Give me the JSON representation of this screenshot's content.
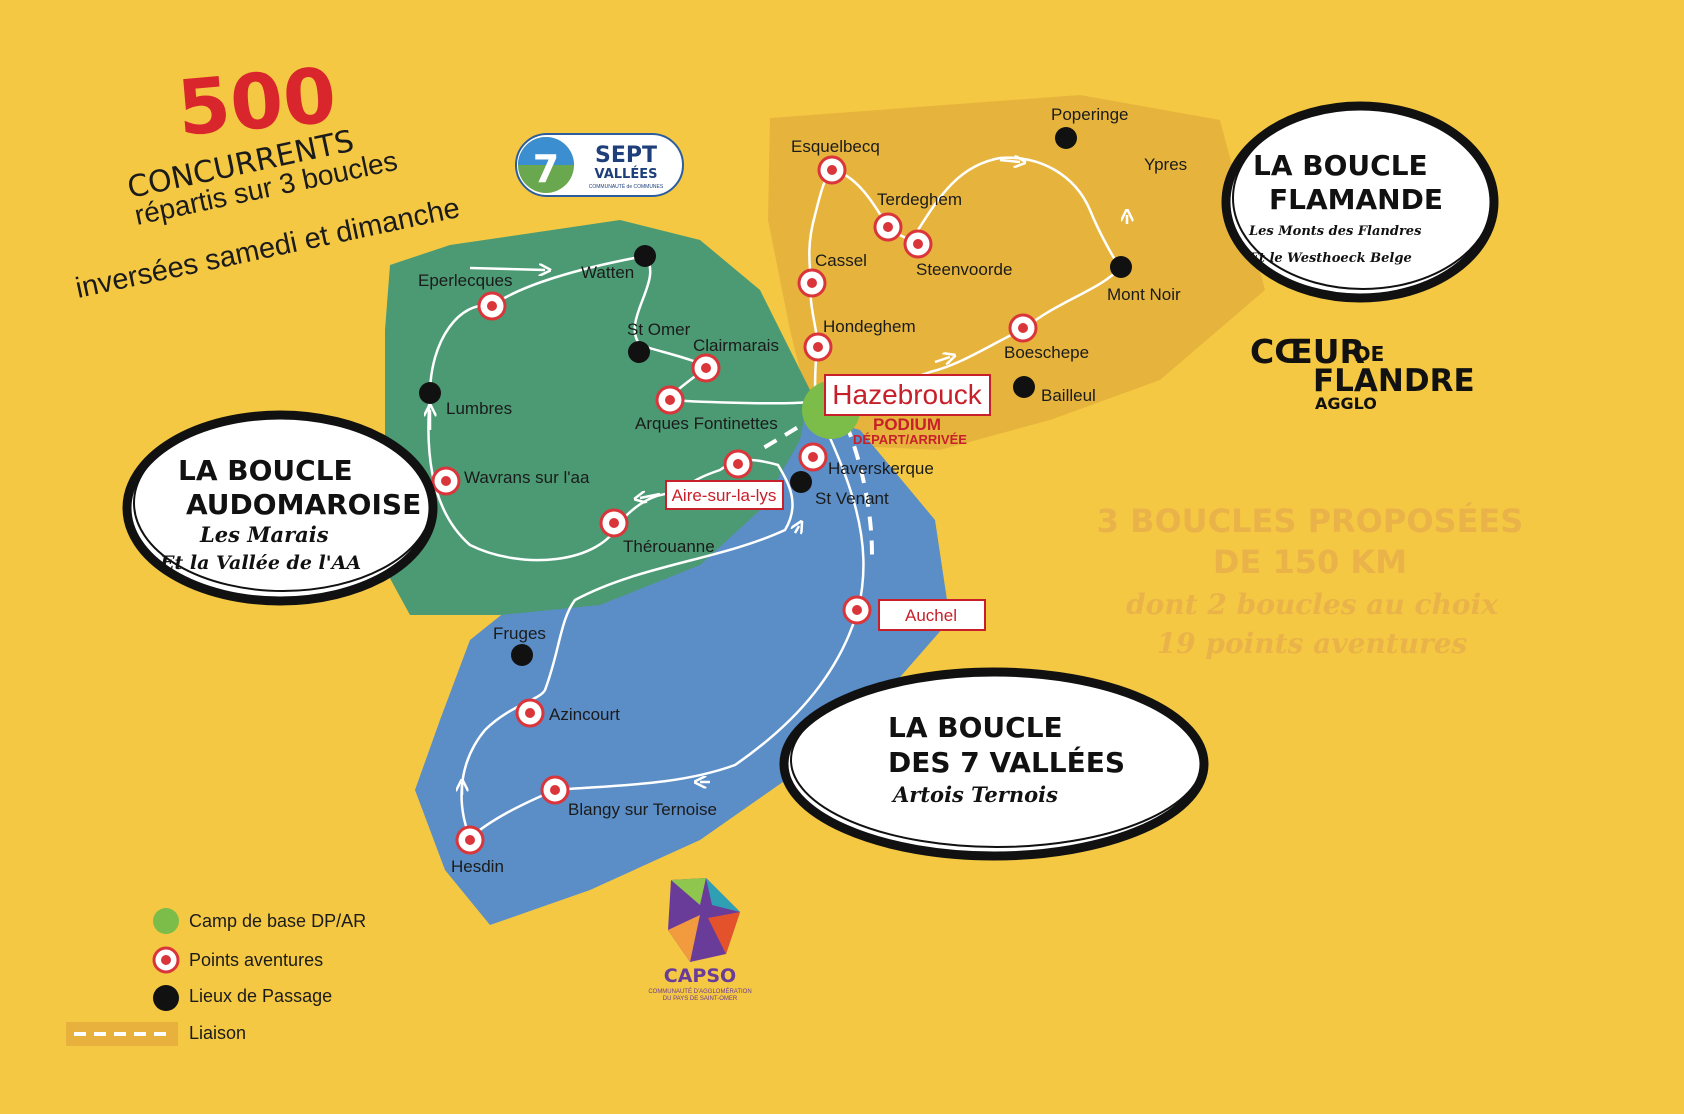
{
  "header": {
    "count": "500",
    "line1": "CONCURRENTS",
    "line2": "répartis sur 3 boucles",
    "line3": "inversées samedi et dimanche"
  },
  "hub": {
    "name": "Hazebrouck",
    "podium": "PODIUM",
    "depart": "DÉPART/ARRIVÉE"
  },
  "places": {
    "eperlecques": "Eperlecques",
    "watten": "Watten",
    "st_omer": "St Omer",
    "clairmarais": "Clairmarais",
    "lumbres": "Lumbres",
    "arques": "Arques Fontinettes",
    "wavrans": "Wavrans sur l'aa",
    "aire": "Aire-sur-la-lys",
    "therouanne": "Thérouanne",
    "st_venant": "St Venant",
    "haverskerque": "Haverskerque",
    "fruges": "Fruges",
    "auchel": "Auchel",
    "azincourt": "Azincourt",
    "blangy": "Blangy sur Ternoise",
    "hesdin": "Hesdin",
    "esquelbecq": "Esquelbecq",
    "terdeghem": "Terdeghem",
    "steenvoorde": "Steenvoorde",
    "cassel": "Cassel",
    "hondeghem": "Hondeghem",
    "boeschepe": "Boeschepe",
    "bailleul": "Bailleul",
    "mont_noir": "Mont Noir",
    "poperinge": "Poperinge",
    "ypres": "Ypres"
  },
  "loops": {
    "audomaroise": {
      "title1": "LA BOUCLE",
      "title2": "AUDOMAROISE",
      "sub1": "Les Marais",
      "sub2": "Et la Vallée de l'AA"
    },
    "flamande": {
      "title1": "LA BOUCLE",
      "title2": "FLAMANDE",
      "sub1": "Les Monts des Flandres",
      "sub2": "Et le Westhoeck Belge"
    },
    "sept_vallees": {
      "title1": "LA BOUCLE",
      "title2": "DES 7 VALLÉES",
      "sub1": "Artois Ternois"
    }
  },
  "info": {
    "line1": "3 BOUCLES PROPOSÉES",
    "line2": "DE 150 KM",
    "line3": "dont 2 boucles au choix",
    "line4": "19 points aventures"
  },
  "logos": {
    "sept": {
      "number": "7",
      "line1": "SEPT",
      "line2": "VALLÉES",
      "line3": "COMMUNAUTÉ de COMMUNES"
    },
    "coeur": {
      "line1": "CŒUR",
      "de": "DE",
      "line2": "FLANDRE",
      "line3": "AGGLO"
    },
    "capso": {
      "name": "CAPSO",
      "line1": "COMMUNAUTÉ D'AGGLOMÉRATION",
      "line2": "DU PAYS DE SAINT-OMER"
    }
  },
  "legend": {
    "camp": "Camp de base DP/AR",
    "aventures": "Points aventures",
    "passage": "Lieux de Passage",
    "liaison": "Liaison"
  },
  "colors": {
    "background": "#f4c842",
    "flamande": "#e6b43d",
    "audomaroise": "#4b9a73",
    "sept_vallees": "#5b8dc6",
    "accent_red": "#c8202a",
    "hub_green": "#7cbd4a"
  }
}
